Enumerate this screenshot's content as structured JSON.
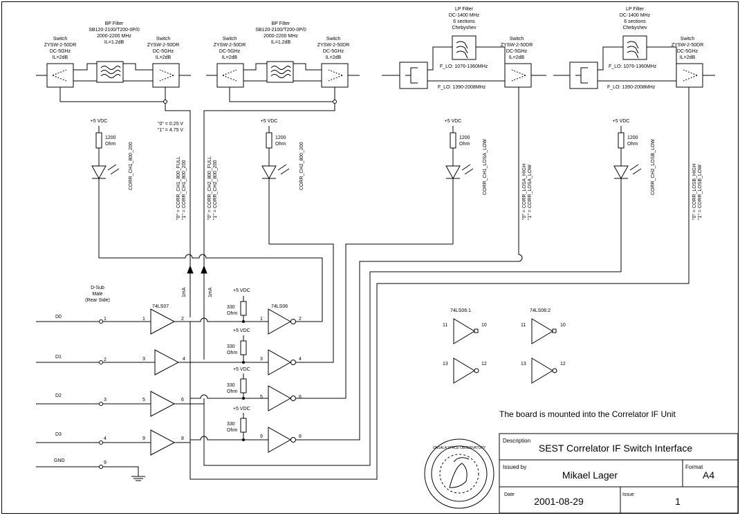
{
  "filters": {
    "bp1": {
      "lines": [
        "BP Filter",
        "SB120-2100/T200-0P/0",
        "2000-2200 MHz",
        "IL=1.2dB"
      ]
    },
    "bp2": {
      "lines": [
        "BP Filter",
        "SB120-2100/T200-0P/0",
        "2000-2200 MHz",
        "IL=1.2dB"
      ]
    },
    "lp1": {
      "lines": [
        "LP Filter",
        "DC-1400 MHz",
        "6 sections",
        "Chebyshev"
      ],
      "flo_upper": "F_LO: 1076-1360MHz",
      "flo_lower": "F_LO: 1390-2008MHz"
    },
    "lp2": {
      "lines": [
        "LP Filter",
        "DC-1400 MHz",
        "6 sections",
        "Chebyshev"
      ],
      "flo_upper": "F_LO: 1076-1360MHz",
      "flo_lower": "F_LO: 1390-2008MHz"
    }
  },
  "switch_label": [
    "Switch",
    "ZYSW-2-50DR",
    "DC-5GHz",
    "IL=2dB"
  ],
  "supply": "+5 VDC",
  "resistor_1200": [
    "1200",
    "Ohm"
  ],
  "resistor_330": [
    "330",
    "Ohm"
  ],
  "logic_levels": [
    "\"0\" = 0.25 V",
    "\"1\" = 4.75 V"
  ],
  "leds": [
    "CORR_CH1_800_200",
    "CORR_CH2_800_200",
    "CORR_CH1_LOSA_LOW",
    "CORR_CH2_LOSB_LOW"
  ],
  "control_signals": {
    "ch1": [
      "\"0\" = CORR_CH1_800_FULL",
      "\"1\" = CORR_CH1_800_200"
    ],
    "ch2": [
      "\"0\" = CORR_CH2_800_FULL",
      "\"1\" = CORR_CH2_800_200"
    ],
    "losa": [
      "\"0\" = CORR_LOSA_HIGH",
      "\"1\" = CORR_LOSA_LOW"
    ],
    "losb": [
      "\"0\" = CORR_LOSB_HIGH",
      "\"1\" = CORR_LOSB_LOW"
    ]
  },
  "connector": {
    "title": [
      "D-Sub",
      "Male",
      "(Rear Side)"
    ]
  },
  "inputs": [
    {
      "name": "D0",
      "pin": "1"
    },
    {
      "name": "D1",
      "pin": "2"
    },
    {
      "name": "D2",
      "pin": "3"
    },
    {
      "name": "D3",
      "pin": "4"
    },
    {
      "name": "GND",
      "pin": "9"
    }
  ],
  "buffer_chip": "74LS07",
  "inverter_chip": "74LS06",
  "buffers": [
    {
      "in": "1",
      "out": "2"
    },
    {
      "in": "3",
      "out": "4"
    },
    {
      "in": "5",
      "out": "6"
    },
    {
      "in": "9",
      "out": "8"
    }
  ],
  "inverters": [
    {
      "in": "1",
      "out": "2"
    },
    {
      "in": "3",
      "out": "4"
    },
    {
      "in": "5",
      "out": "6"
    },
    {
      "in": "9",
      "out": "8"
    }
  ],
  "current_label": "1mA",
  "spares": [
    {
      "title": "74LS06:1",
      "gates": [
        {
          "in": "11",
          "out": "10"
        },
        {
          "in": "13",
          "out": "12"
        }
      ]
    },
    {
      "title": "74LS06:2",
      "gates": [
        {
          "in": "11",
          "out": "10"
        },
        {
          "in": "13",
          "out": "12"
        }
      ]
    }
  ],
  "note": "The board is mounted into the Correlator IF Unit",
  "title_block": {
    "description_label": "Description",
    "description": "SEST Correlator IF Switch Interface",
    "issued_by_label": "Issued by",
    "issued_by": "Mikael Lager",
    "format_label": "Format",
    "format": "A4",
    "date_label": "Date",
    "date": "2001-08-29",
    "issue_label": "Issue",
    "issue": "1"
  },
  "seal": {
    "text": "ONSALA SPACE OBSERVATORY"
  }
}
